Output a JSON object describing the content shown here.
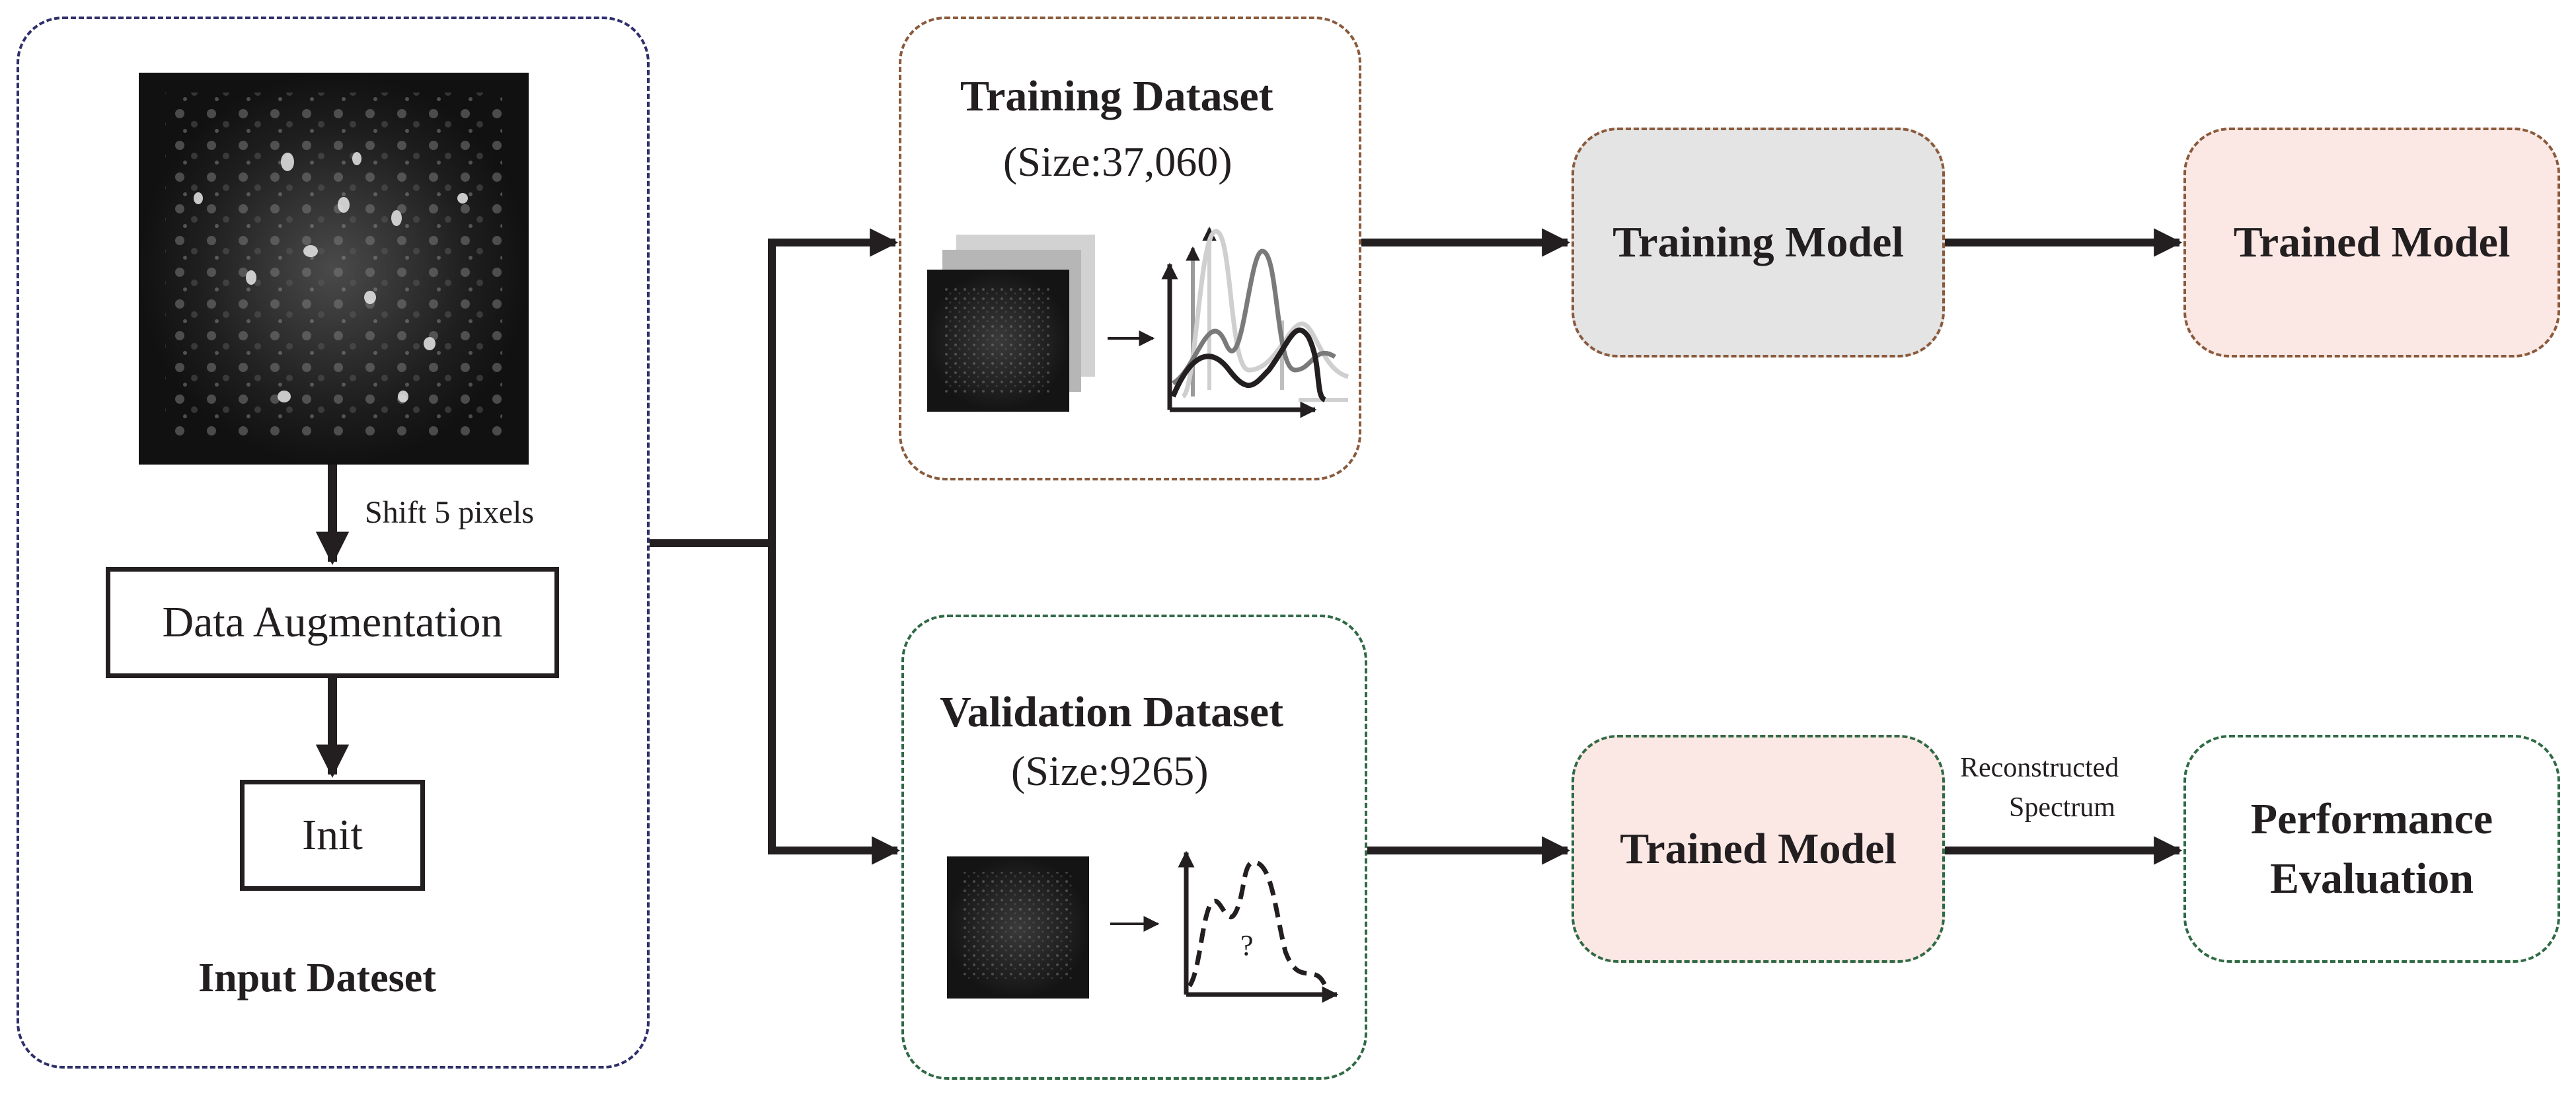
{
  "input_panel": {
    "title": "Input Dateset",
    "shift_label": "Shift 5 pixels",
    "augmentation_label": "Data Augmentation",
    "init_label": "Init"
  },
  "training_panel": {
    "title": "Training Dataset",
    "size": "(Size:37,060)"
  },
  "validation_panel": {
    "title": "Validation Dataset",
    "size": "(Size:9265)",
    "unknown_mark": "?"
  },
  "top_row": {
    "training_model": "Training Model",
    "trained_model": "Trained Model"
  },
  "bottom_row": {
    "trained_model": "Trained Model",
    "reconstructed_label_line1": "Reconstructed",
    "reconstructed_label_line2": "Spectrum",
    "evaluation_line1": "Performance",
    "evaluation_line2": "Evaluation"
  },
  "colors": {
    "input_border": "#2e2f6b",
    "training_border": "#8a5a3c",
    "validation_border": "#2f6a45",
    "training_model_fill": "#e4e4e4",
    "trained_model_fill": "#fbe8e5",
    "arrow": "#231f20"
  }
}
